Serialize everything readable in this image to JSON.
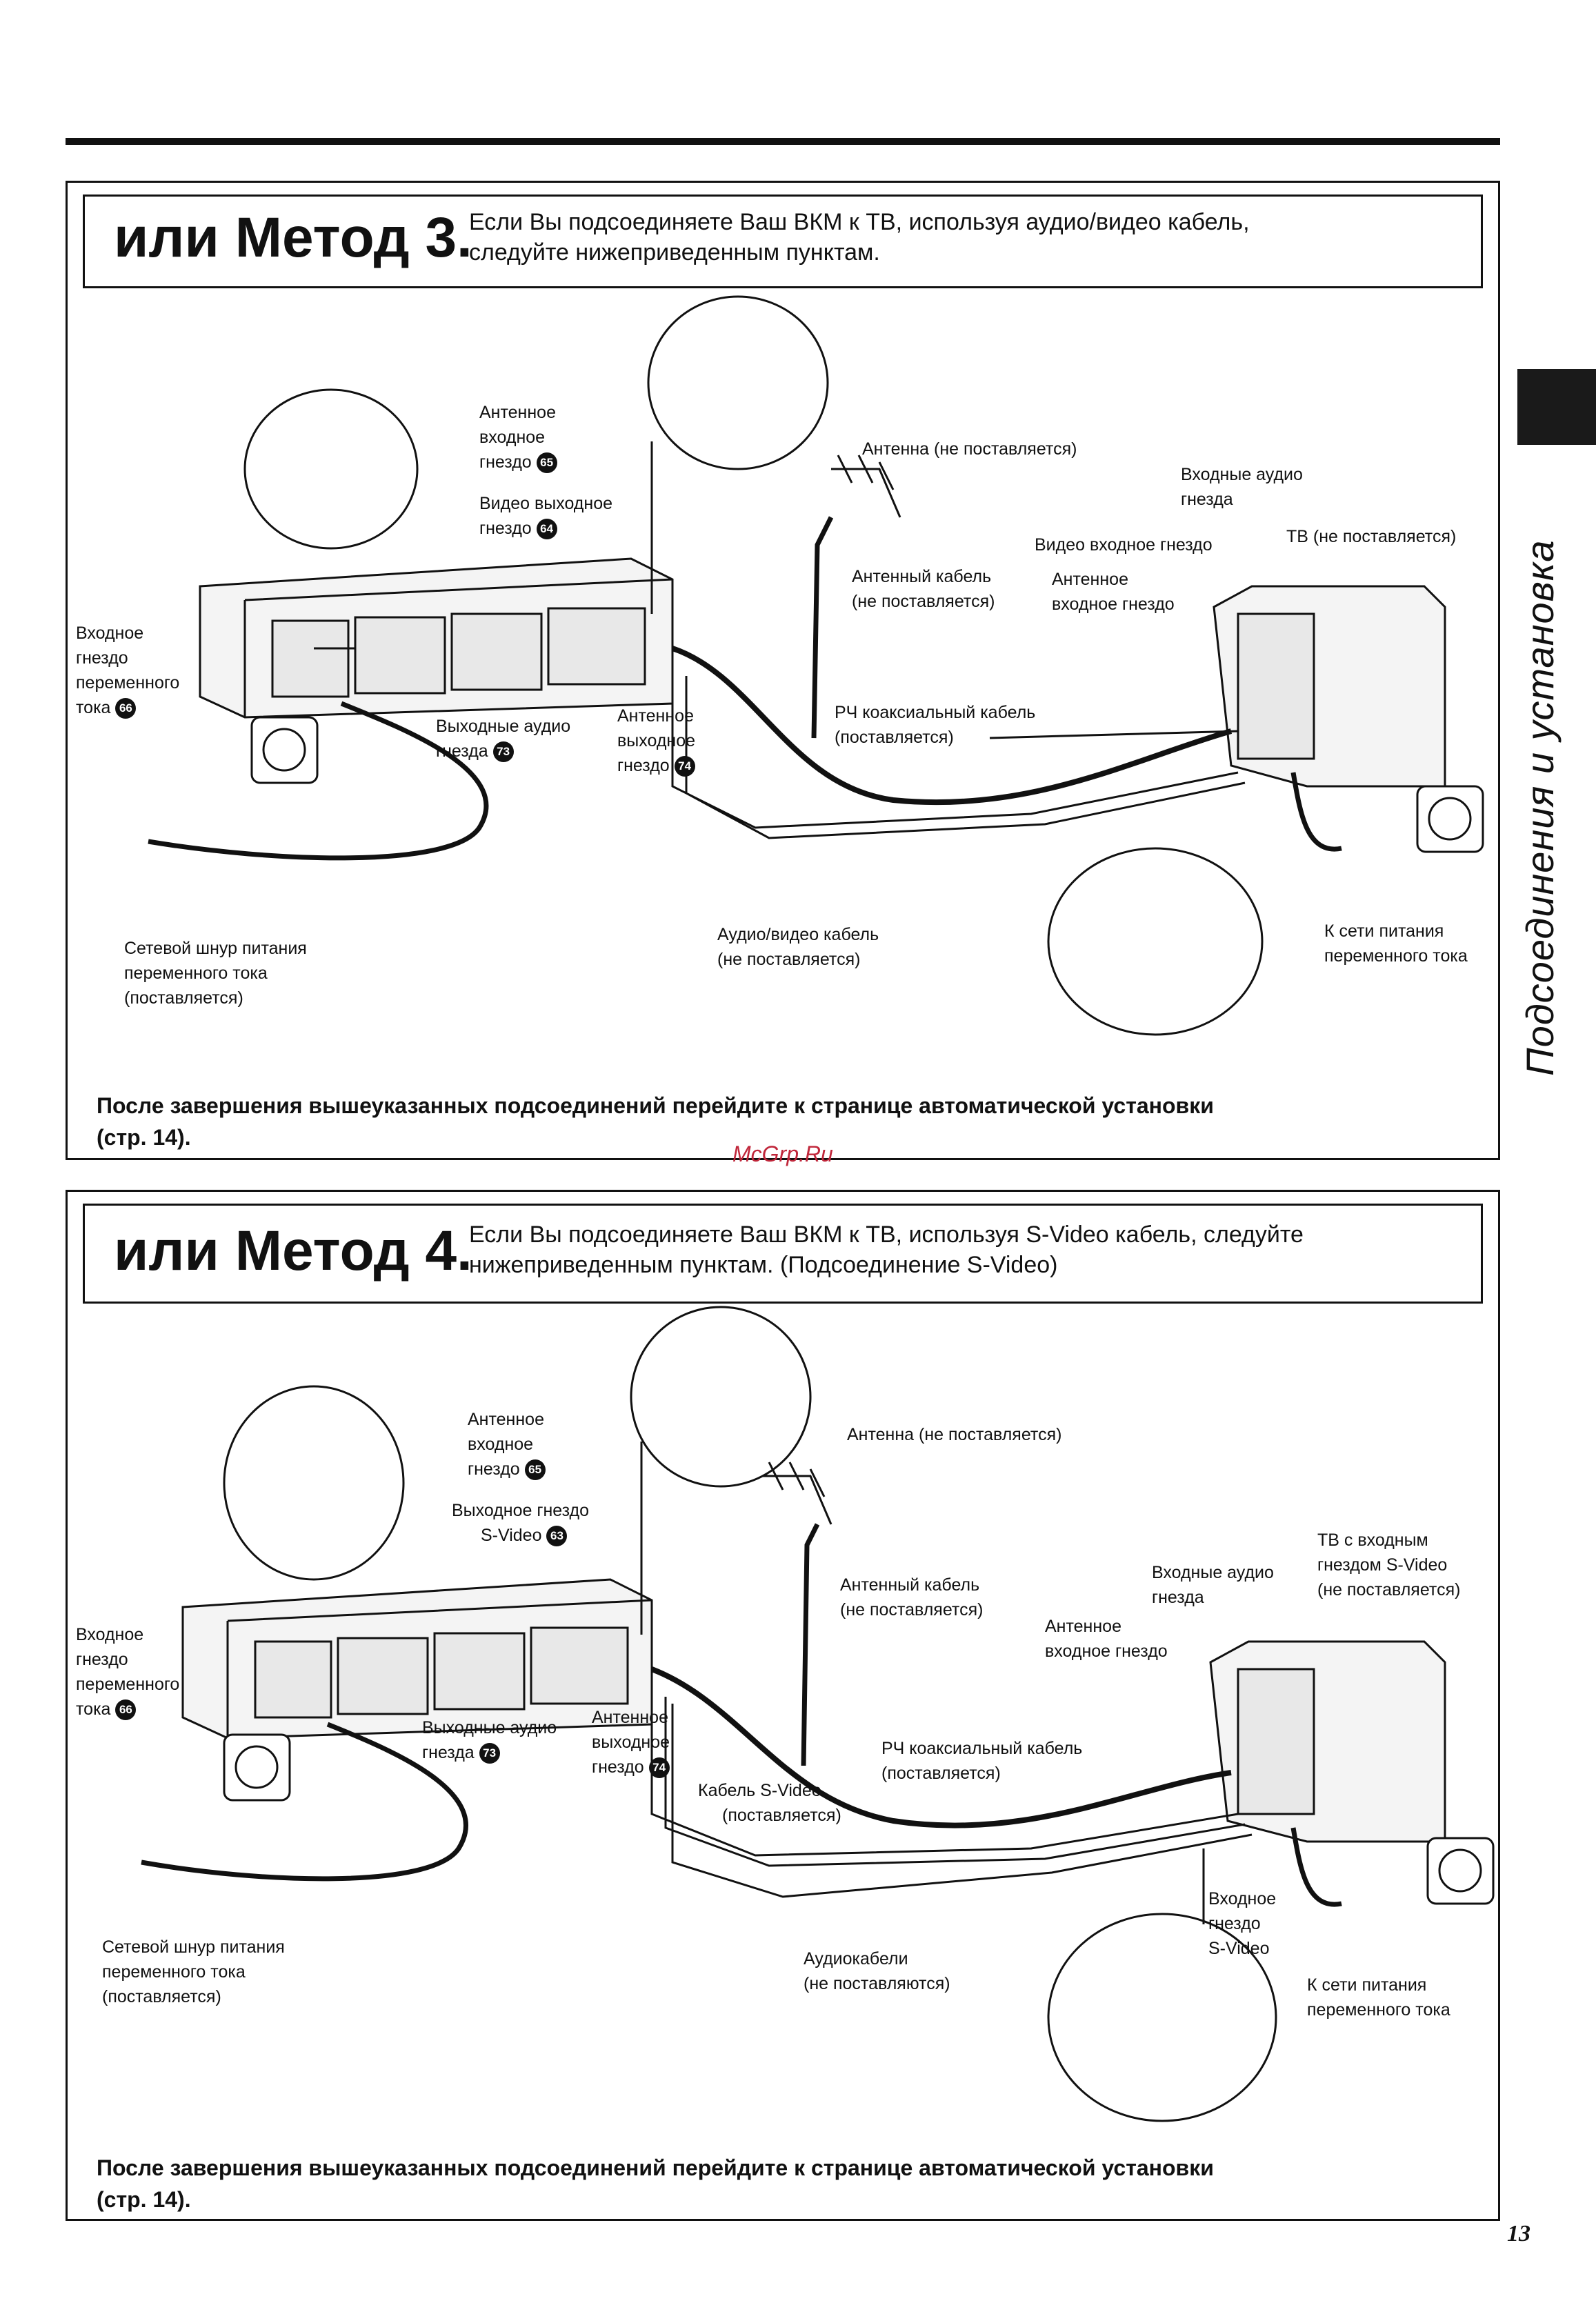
{
  "side_title": "Подсоединения и установка",
  "page_number": "13",
  "watermark": "McGrp.Ru",
  "method3": {
    "title": "или Метод 3.",
    "intro_line1": "Если Вы подсоединяете Ваш ВКМ к ТВ, используя аудио/видео кабель,",
    "intro_line2": "следуйте нижеприведенным пунктам.",
    "labels": {
      "antenna_in_1": "Антенное",
      "antenna_in_2": "входное",
      "antenna_in_3": "гнездо",
      "antenna_in_num": "65",
      "video_out_1": "Видео выходное",
      "video_out_2": "гнездо",
      "video_out_num": "64",
      "ac_in_1": "Входное",
      "ac_in_2": "гнездо",
      "ac_in_3": "переменного",
      "ac_in_4": "тока",
      "ac_in_num": "66",
      "audio_out_1": "Выходные аудио",
      "audio_out_2": "гнезда",
      "audio_out_num": "73",
      "antenna_out_1": "Антенное",
      "antenna_out_2": "выходное",
      "antenna_out_3": "гнездо",
      "antenna_out_num": "74",
      "antenna": "Антенна (не поставляется)",
      "antenna_cable_1": "Антенный кабель",
      "antenna_cable_2": "(не поставляется)",
      "rf_cable_1": "РЧ коаксиальный кабель",
      "rf_cable_2": "(поставляется)",
      "av_cable_1": "Аудио/видео кабель",
      "av_cable_2": "(не поставляется)",
      "power_cord_1": "Сетевой шнур питания",
      "power_cord_2": "переменного тока",
      "power_cord_3": "(поставляется)",
      "audio_in_1": "Входные аудио",
      "audio_in_2": "гнезда",
      "video_in": "Видео входное гнездо",
      "tv_antenna_in_1": "Антенное",
      "tv_antenna_in_2": "входное гнездо",
      "tv": "ТВ (не поставляется)",
      "mains_1": "К сети питания",
      "mains_2": "переменного тока"
    },
    "footer_line1": "После завершения вышеуказанных подсоединений перейдите к странице автоматической установки",
    "footer_line2": "(стр. 14)."
  },
  "method4": {
    "title": "или Метод 4.",
    "intro_line1": "Если Вы подсоединяете Ваш ВКМ к ТВ, используя S-Video кабель, следуйте",
    "intro_line2": "нижеприведенным пунктам. (Подсоединение S-Video)",
    "labels": {
      "antenna_in_1": "Антенное",
      "antenna_in_2": "входное",
      "antenna_in_3": "гнездо",
      "antenna_in_num": "65",
      "svideo_out_1": "Выходное гнездо",
      "svideo_out_2": "S-Video",
      "svideo_out_num": "63",
      "ac_in_1": "Входное",
      "ac_in_2": "гнездо",
      "ac_in_3": "переменного",
      "ac_in_4": "тока",
      "ac_in_num": "66",
      "audio_out_1": "Выходные аудио",
      "audio_out_2": "гнезда",
      "audio_out_num": "73",
      "antenna_out_1": "Антенное",
      "antenna_out_2": "выходное",
      "antenna_out_3": "гнездо",
      "antenna_out_num": "74",
      "antenna": "Антенна (не поставляется)",
      "antenna_cable_1": "Антенный кабель",
      "antenna_cable_2": "(не поставляется)",
      "svideo_cable_1": "Кабель S-Video",
      "svideo_cable_2": "(поставляется)",
      "rf_cable_1": "РЧ коаксиальный кабель",
      "rf_cable_2": "(поставляется)",
      "audio_cables_1": "Аудиокабели",
      "audio_cables_2": "(не поставляются)",
      "power_cord_1": "Сетевой шнур питания",
      "power_cord_2": "переменного тока",
      "power_cord_3": "(поставляется)",
      "audio_in_1": "Входные аудио",
      "audio_in_2": "гнезда",
      "tv_antenna_in_1": "Антенное",
      "tv_antenna_in_2": "входное гнездо",
      "tv_1": "ТВ с входным",
      "tv_2": "гнездом S-Video",
      "tv_3": "(не поставляется)",
      "svideo_in_1": "Входное",
      "svideo_in_2": "гнездо",
      "svideo_in_3": "S-Video",
      "mains_1": "К сети питания",
      "mains_2": "переменного тока"
    },
    "footer_line1": "После завершения вышеуказанных подсоединений перейдите к странице автоматической установки",
    "footer_line2": "(стр. 14)."
  }
}
